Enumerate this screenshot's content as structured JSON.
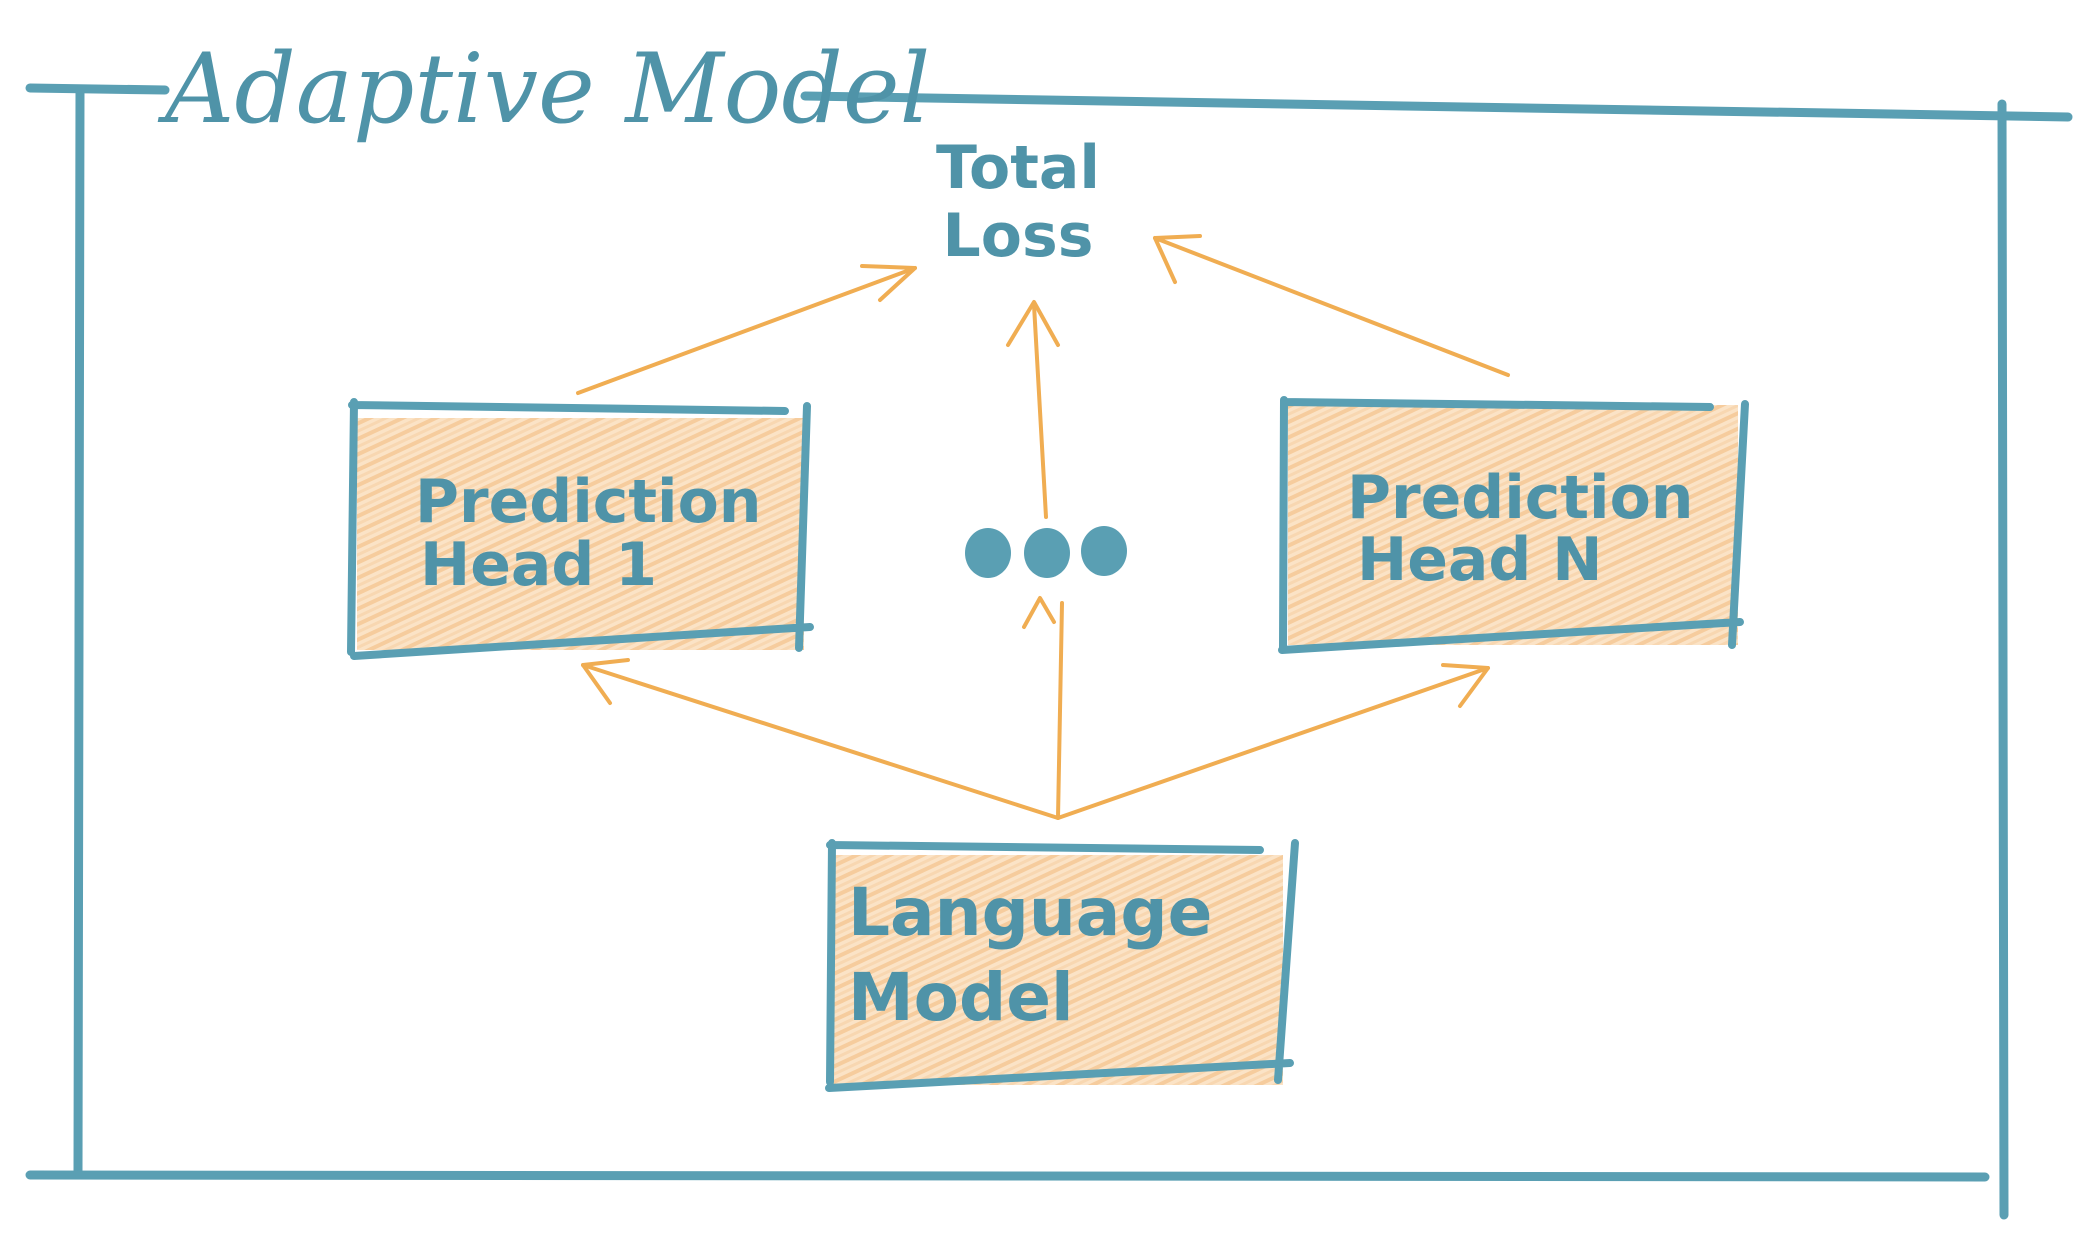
{
  "title": "Adaptive Model",
  "total_loss": {
    "line1": "Total",
    "line2": "Loss"
  },
  "prediction_head_1": {
    "line1": "Prediction",
    "line2": "Head 1"
  },
  "prediction_head_n": {
    "line1": "Prediction",
    "line2": "Head N"
  },
  "language_model": {
    "line1": "Language",
    "line2": "Model"
  },
  "colors": {
    "stroke_blue": "#5a9fb3",
    "text_blue": "#4f93a8",
    "arrow_orange": "#f0ad52",
    "fill_orange": "#fbe3c6",
    "hatch_orange": "#f4c48f",
    "background": "#ffffff"
  }
}
